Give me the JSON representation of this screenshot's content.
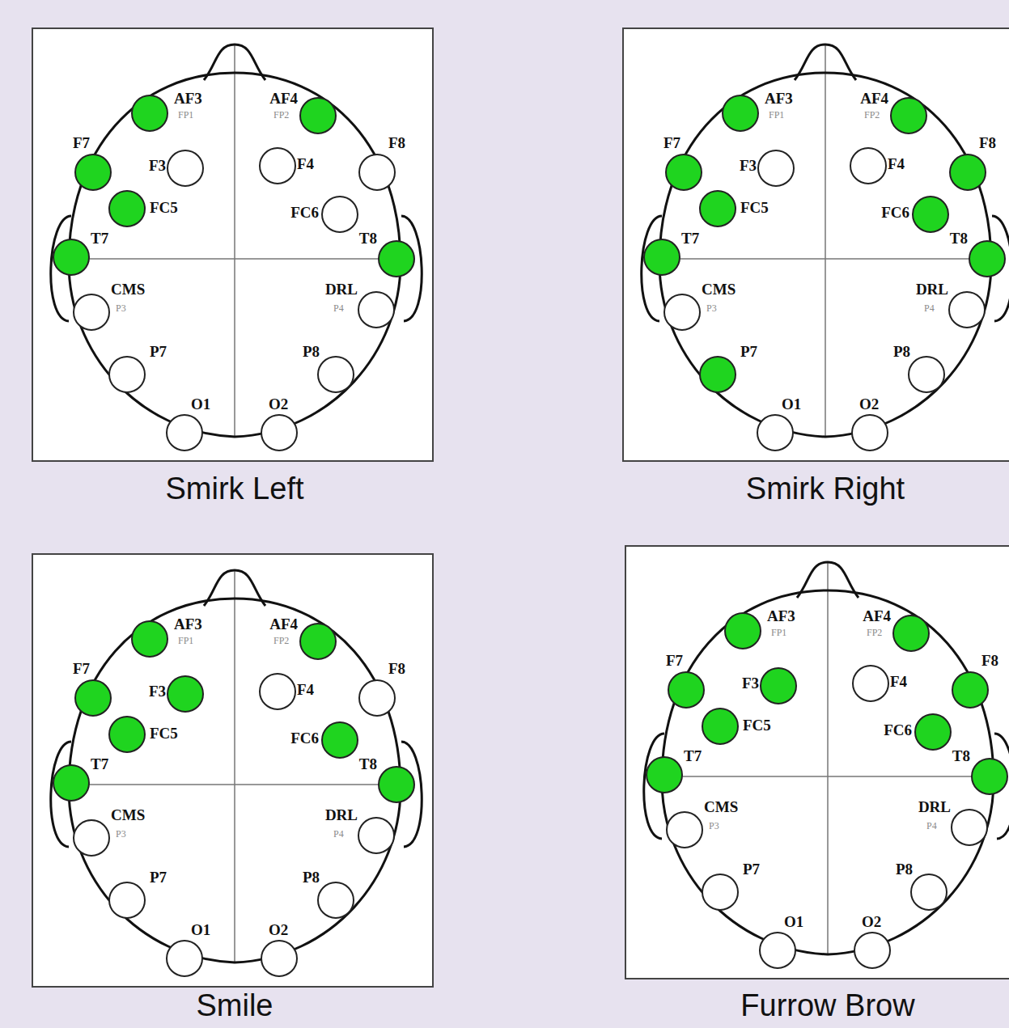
{
  "diagram": {
    "labels": [
      "AF3",
      "FP1",
      "AF4",
      "FP2",
      "F7",
      "F3",
      "F4",
      "F8",
      "FC5",
      "FC6",
      "T7",
      "T8",
      "CMS",
      "P3",
      "DRL",
      "P4",
      "P7",
      "P8",
      "O1",
      "O2",
      "Smirk Left",
      "AF3",
      "FP1",
      "AF4",
      "FP2",
      "F7",
      "F3",
      "F4",
      "F8",
      "FC5",
      "FC6",
      "T7",
      "T8",
      "CMS",
      "P3",
      "DRL",
      "P4",
      "P7",
      "P8",
      "O1",
      "O2",
      "Smirk Right",
      "AF3",
      "FP1",
      "AF4",
      "FP2",
      "F7",
      "F3",
      "F4",
      "F8",
      "FC5",
      "FC6",
      "T7",
      "T8",
      "CMS",
      "P3",
      "DRL",
      "P4",
      "P7",
      "P8",
      "O1",
      "O2",
      "Smile",
      "AF3",
      "FP1",
      "AF4",
      "FP2",
      "F7",
      "F3",
      "F4",
      "F8",
      "FC5",
      "FC6",
      "T7",
      "T8",
      "CMS",
      "P3",
      "DRL",
      "P4",
      "P7",
      "P8",
      "O1",
      "O2",
      "Furrow Brow"
    ]
  }
}
